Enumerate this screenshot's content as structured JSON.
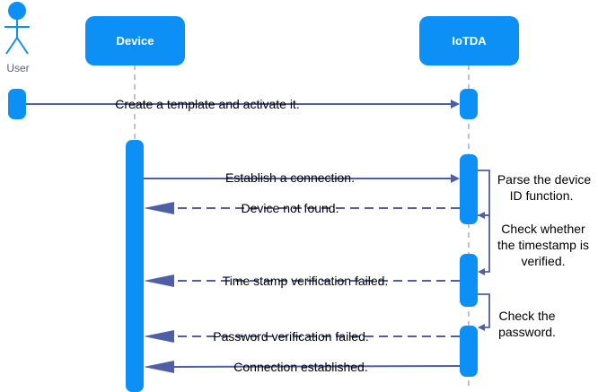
{
  "actors": {
    "user": {
      "label": "User"
    },
    "device": {
      "label": "Device"
    },
    "iotda": {
      "label": "IoTDA"
    }
  },
  "messages": [
    {
      "id": "m1",
      "text": "Create a template and activate it.",
      "from": "User",
      "to": "IoTDA",
      "style": "solid"
    },
    {
      "id": "m2",
      "text": "Establish a connection.",
      "from": "Device",
      "to": "IoTDA",
      "style": "solid"
    },
    {
      "id": "m3",
      "text": "Device not found.",
      "from": "IoTDA",
      "to": "Device",
      "style": "dashed"
    },
    {
      "id": "m4",
      "text": "Time stamp verification failed.",
      "from": "IoTDA",
      "to": "Device",
      "style": "dashed"
    },
    {
      "id": "m5",
      "text": "Password verification failed.",
      "from": "IoTDA",
      "to": "Device",
      "style": "dashed"
    },
    {
      "id": "m6",
      "text": "Connection established.",
      "from": "IoTDA",
      "to": "Device",
      "style": "solid"
    }
  ],
  "self_checks": [
    {
      "id": "s1",
      "lines": [
        "Parse the device",
        "ID function."
      ]
    },
    {
      "id": "s2",
      "lines": [
        "Check whether",
        "the timestamp is",
        "verified."
      ]
    },
    {
      "id": "s3",
      "lines": [
        "Check the",
        "password."
      ]
    }
  ],
  "colors": {
    "actor_fill": "#0d90f5",
    "actor_text": "#ffffff",
    "arrow": "#4f5ea8",
    "lifeline": "#a5abd1",
    "user_icon": "#0d90f5",
    "text": "#000000",
    "user_label": "#5a6275"
  }
}
